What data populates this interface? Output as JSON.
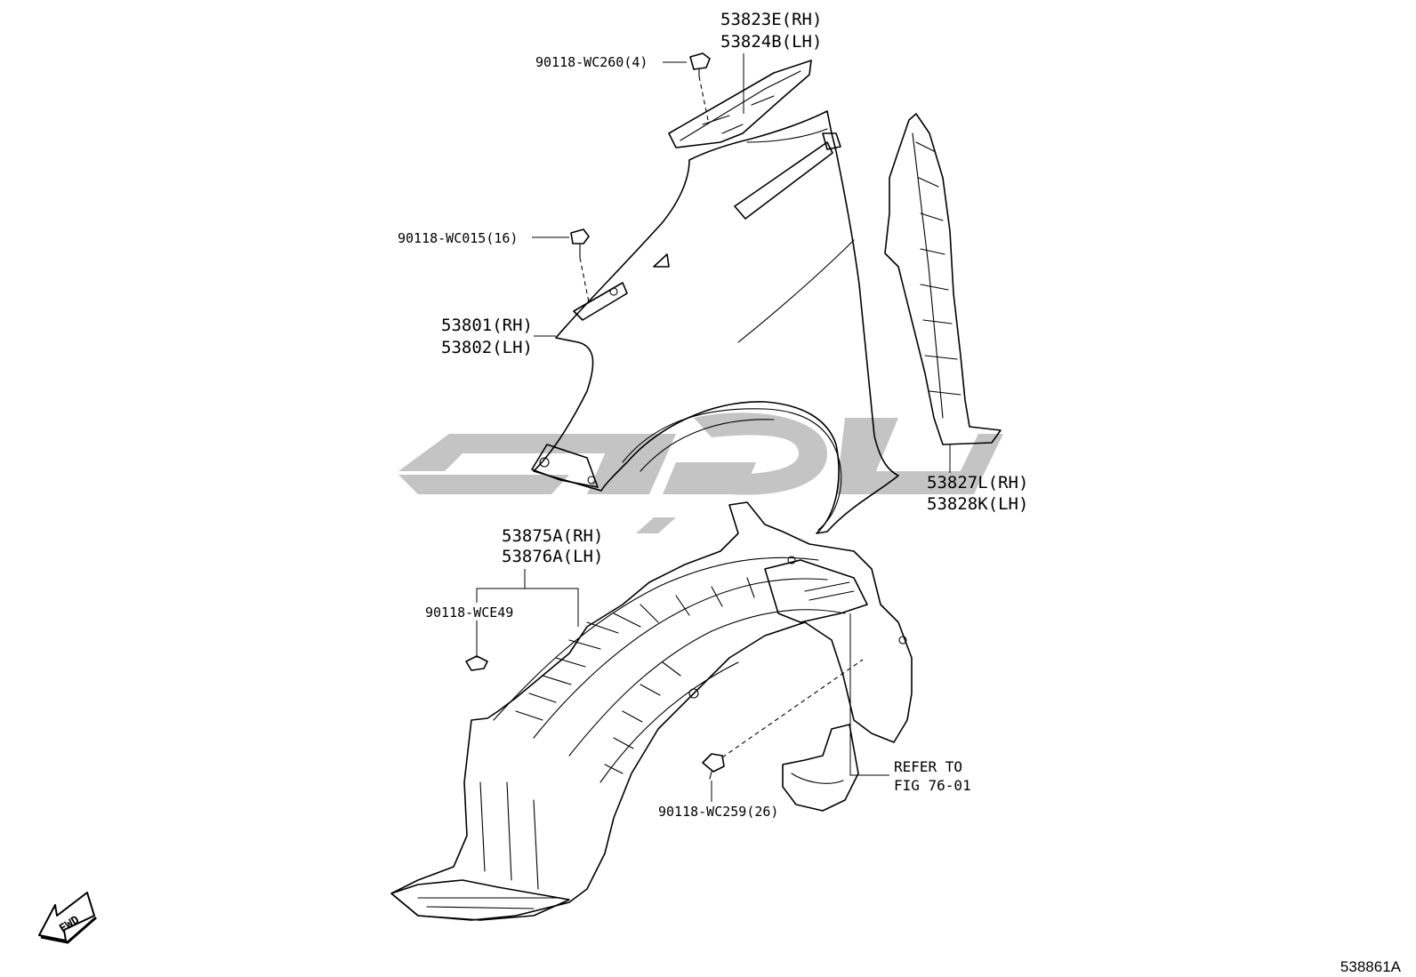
{
  "labels": {
    "strip_rh": "53823E(RH)",
    "strip_lh": "53824B(LH)",
    "clip_top": "90118-WC260(4)",
    "bolt": "90118-WC015(16)",
    "fender_rh": "53801(RH)",
    "fender_lh": "53802(LH)",
    "seal_rh": "53827L(RH)",
    "seal_lh": "53828K(LH)",
    "liner_rh": "53875A(RH)",
    "liner_lh": "53876A(LH)",
    "nut": "90118-WCE49",
    "clip_liner": "90118-WC259(26)",
    "refer_line1": "REFER TO",
    "refer_line2": "FIG 76-01",
    "fwd": "FWD",
    "figure_id": "538861A"
  }
}
